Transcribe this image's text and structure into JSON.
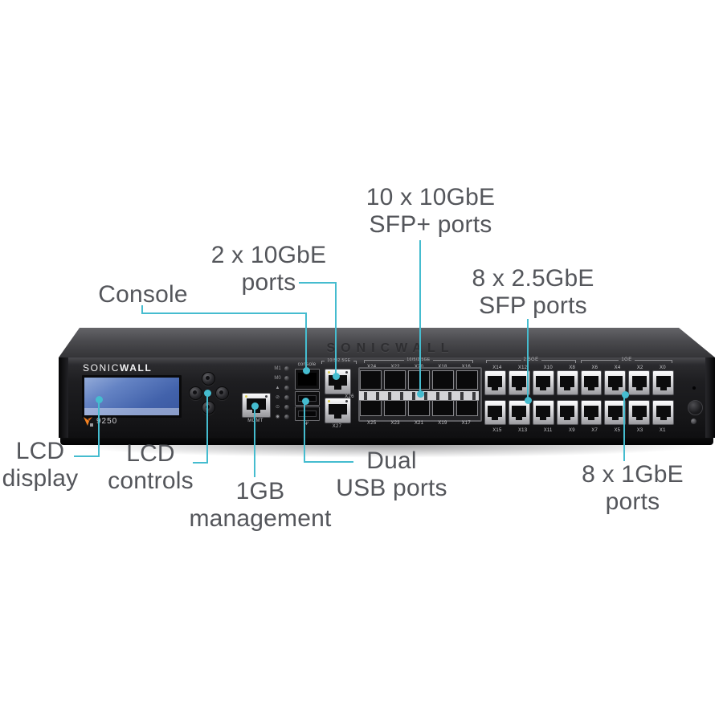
{
  "colors": {
    "background": "#ffffff",
    "callout_line": "#45bccf",
    "label_text": "#54565b",
    "device_body": "#1c1c1e",
    "lcd_screen_blue": "#4a6cb0",
    "brand_orange": "#f58220"
  },
  "labels": {
    "sfp_plus_ports": "10 x 10GbE\nSFP+ ports",
    "two_10gbe_ports": "2 x 10GbE\nports",
    "console": "Console",
    "sfp_25_ports": "8 x 2.5GbE\nSFP ports",
    "lcd_display": "LCD\ndisplay",
    "lcd_controls": "LCD\ncontrols",
    "management": "1GB\nmanagement",
    "dual_usb": "Dual\nUSB ports",
    "one_gbe_ports": "8 x 1GbE\nports"
  },
  "device": {
    "top_embossed_brand": "SONICWALL",
    "brand_sonic": "SONIC",
    "brand_wall": "WALL",
    "model": "9250",
    "mgmt_port_label": "MGMT",
    "console_port_label": "console",
    "usb_icon_glyph": "Ψ",
    "group_labels": {
      "two_10gbe": "10/5/2.5GE",
      "sfp_plus": "10/5/2.5GE",
      "rj45_25": "2.5GE",
      "rj45_1": "1GE"
    },
    "port_labels": {
      "two_10gbe_top": "X26",
      "two_10gbe_bottom": "X27",
      "sfp_top": [
        "X24",
        "X22",
        "X20",
        "X18",
        "X16"
      ],
      "sfp_bottom": [
        "X25",
        "X23",
        "X21",
        "X19",
        "X17"
      ],
      "rj45_top": [
        "X14",
        "X12",
        "X10",
        "X8",
        "X6",
        "X4",
        "X2",
        "X0"
      ],
      "rj45_bottom": [
        "X15",
        "X13",
        "X11",
        "X9",
        "X7",
        "X5",
        "X3",
        "X1"
      ]
    },
    "status_icons": [
      "M1",
      "M0",
      "▲",
      "⊘",
      "⊙",
      "◉"
    ]
  }
}
